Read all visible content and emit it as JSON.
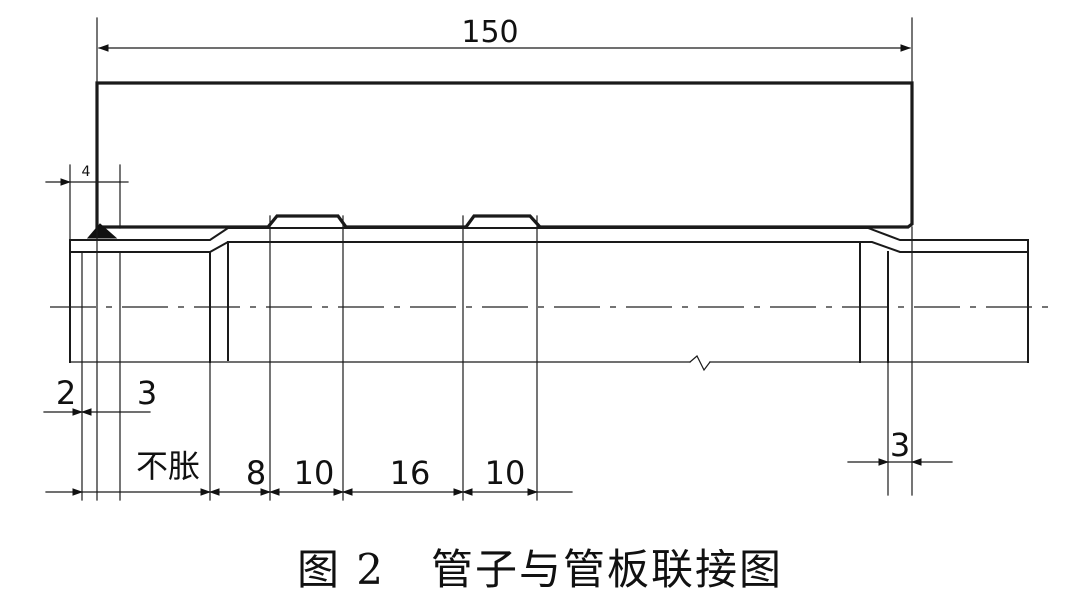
{
  "dimensions": {
    "overall_length": "150",
    "weld_offset": "4",
    "left_a": "2",
    "left_b": "3",
    "no_expand": "不胀",
    "seg1": "8",
    "seg2": "10",
    "seg3": "16",
    "seg4": "10",
    "right_end": "3"
  },
  "caption": {
    "figure_no": "图 2",
    "title": "管子与管板联接图"
  }
}
